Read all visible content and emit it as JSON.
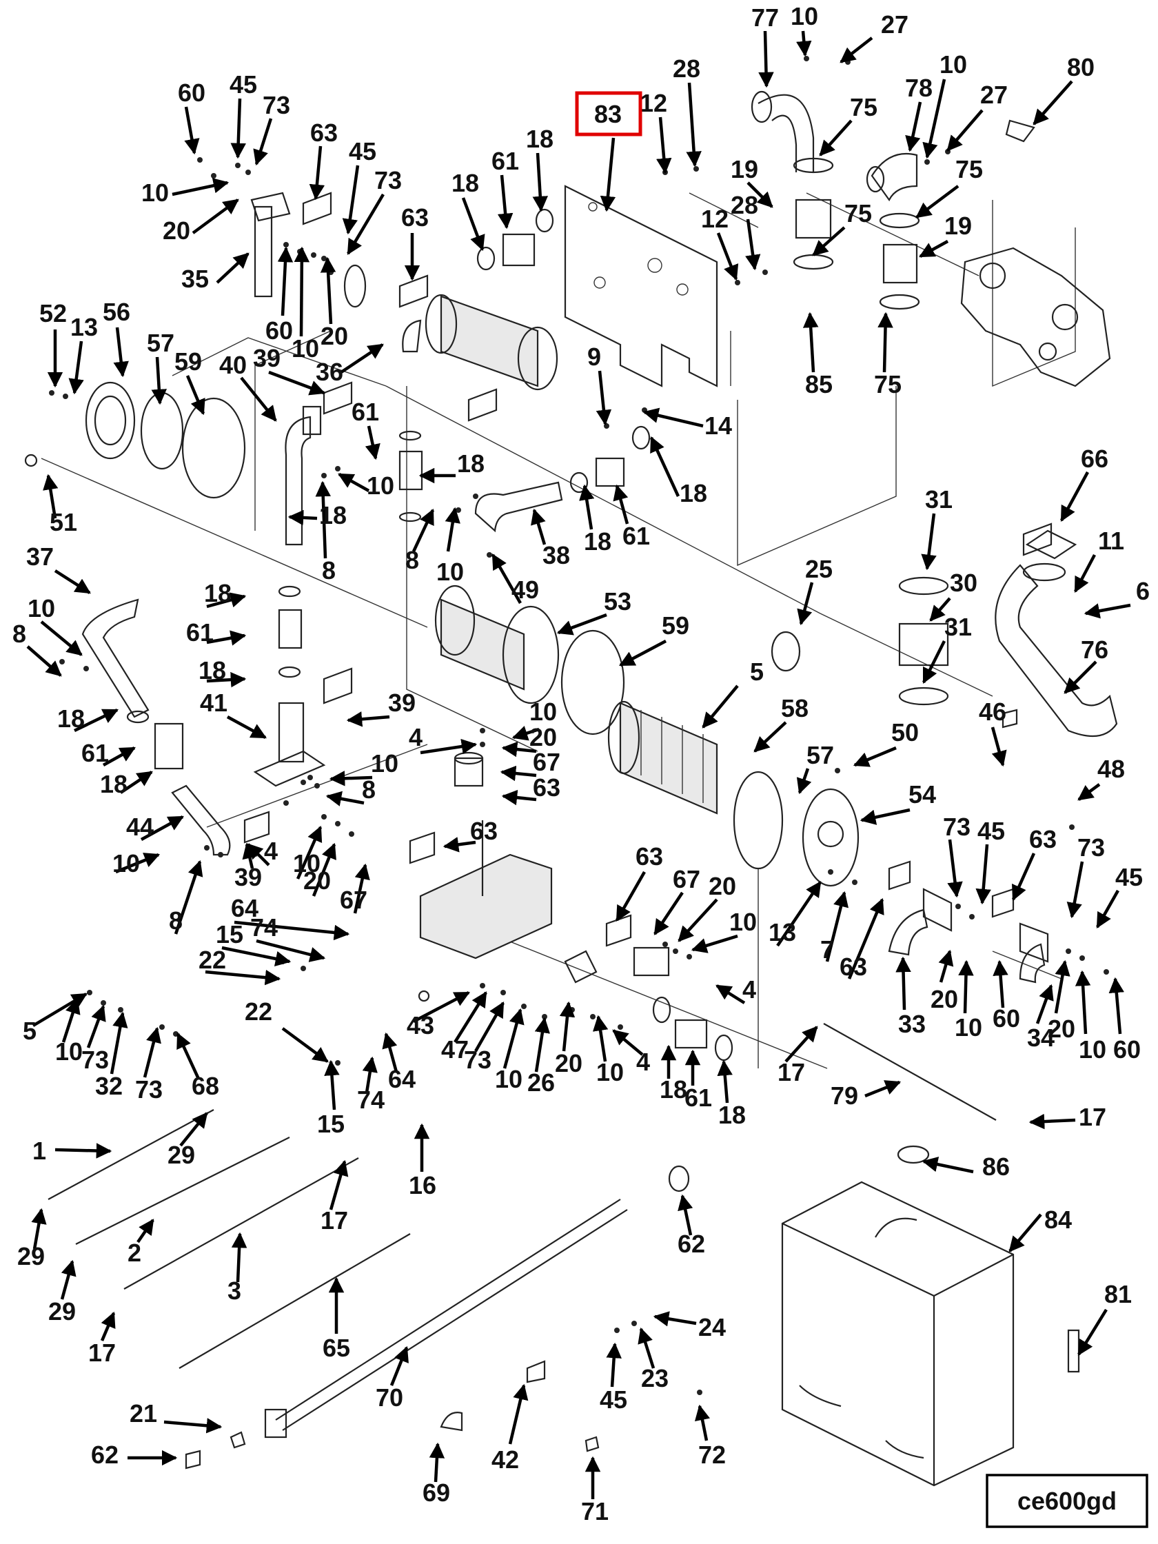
{
  "highlighted_callout": "83",
  "drawing_ref": "ce600gd",
  "highlight_color": "#e00000",
  "callouts": [
    {
      "id": "c83",
      "label": "83"
    },
    {
      "id": "c77",
      "label": "77"
    },
    {
      "id": "c10a",
      "label": "10"
    },
    {
      "id": "c27a",
      "label": "27"
    },
    {
      "id": "c80",
      "label": "80"
    },
    {
      "id": "c28a",
      "label": "28"
    },
    {
      "id": "c12a",
      "label": "12"
    },
    {
      "id": "c75a",
      "label": "75"
    },
    {
      "id": "c78",
      "label": "78"
    },
    {
      "id": "c10b",
      "label": "10"
    },
    {
      "id": "c27b",
      "label": "27"
    },
    {
      "id": "c75b",
      "label": "75"
    },
    {
      "id": "c19a",
      "label": "19"
    },
    {
      "id": "c28b",
      "label": "28"
    },
    {
      "id": "c12b",
      "label": "12"
    },
    {
      "id": "c75c",
      "label": "75"
    },
    {
      "id": "c19b",
      "label": "19"
    },
    {
      "id": "c85",
      "label": "85"
    },
    {
      "id": "c75d",
      "label": "75"
    },
    {
      "id": "c60a",
      "label": "60"
    },
    {
      "id": "c45a",
      "label": "45"
    },
    {
      "id": "c73a",
      "label": "73"
    },
    {
      "id": "c63a",
      "label": "63"
    },
    {
      "id": "c45b",
      "label": "45"
    },
    {
      "id": "c73b",
      "label": "73"
    },
    {
      "id": "c10c",
      "label": "10"
    },
    {
      "id": "c20a",
      "label": "20"
    },
    {
      "id": "c35",
      "label": "35"
    },
    {
      "id": "c63b",
      "label": "63"
    },
    {
      "id": "c18a",
      "label": "18"
    },
    {
      "id": "c61a",
      "label": "61"
    },
    {
      "id": "c18b",
      "label": "18"
    },
    {
      "id": "c60b",
      "label": "60"
    },
    {
      "id": "c10d",
      "label": "10"
    },
    {
      "id": "c20b",
      "label": "20"
    },
    {
      "id": "c36",
      "label": "36"
    },
    {
      "id": "c52",
      "label": "52"
    },
    {
      "id": "c13a",
      "label": "13"
    },
    {
      "id": "c56",
      "label": "56"
    },
    {
      "id": "c57a",
      "label": "57"
    },
    {
      "id": "c59a",
      "label": "59"
    },
    {
      "id": "c40",
      "label": "40"
    },
    {
      "id": "c39a",
      "label": "39"
    },
    {
      "id": "c61b",
      "label": "61"
    },
    {
      "id": "c9",
      "label": "9"
    },
    {
      "id": "c14",
      "label": "14"
    },
    {
      "id": "c10e",
      "label": "10"
    },
    {
      "id": "c18c",
      "label": "18"
    },
    {
      "id": "c18d",
      "label": "18"
    },
    {
      "id": "c51",
      "label": "51"
    },
    {
      "id": "c18e",
      "label": "18"
    },
    {
      "id": "c8a",
      "label": "8"
    },
    {
      "id": "c8b",
      "label": "8"
    },
    {
      "id": "c10f",
      "label": "10"
    },
    {
      "id": "c38",
      "label": "38"
    },
    {
      "id": "c18f",
      "label": "18"
    },
    {
      "id": "c61c",
      "label": "61"
    },
    {
      "id": "c66",
      "label": "66"
    },
    {
      "id": "c31a",
      "label": "31"
    },
    {
      "id": "c11",
      "label": "11"
    },
    {
      "id": "c30",
      "label": "30"
    },
    {
      "id": "c6",
      "label": "6"
    },
    {
      "id": "c31b",
      "label": "31"
    },
    {
      "id": "c25",
      "label": "25"
    },
    {
      "id": "c49",
      "label": "49"
    },
    {
      "id": "c53",
      "label": "53"
    },
    {
      "id": "c59b",
      "label": "59"
    },
    {
      "id": "c76",
      "label": "76"
    },
    {
      "id": "c37",
      "label": "37"
    },
    {
      "id": "c10g",
      "label": "10"
    },
    {
      "id": "c8c",
      "label": "8"
    },
    {
      "id": "c18g",
      "label": "18"
    },
    {
      "id": "c61d",
      "label": "61"
    },
    {
      "id": "c18h",
      "label": "18"
    },
    {
      "id": "c18i",
      "label": "18"
    },
    {
      "id": "c61e",
      "label": "61"
    },
    {
      "id": "c18j",
      "label": "18"
    },
    {
      "id": "c41",
      "label": "41"
    },
    {
      "id": "c39b",
      "label": "39"
    },
    {
      "id": "c5a",
      "label": "5"
    },
    {
      "id": "c58",
      "label": "58"
    },
    {
      "id": "c46",
      "label": "46"
    },
    {
      "id": "c10h",
      "label": "10"
    },
    {
      "id": "c4a",
      "label": "4"
    },
    {
      "id": "c20c",
      "label": "20"
    },
    {
      "id": "c67a",
      "label": "67"
    },
    {
      "id": "c63c",
      "label": "63"
    },
    {
      "id": "c10i",
      "label": "10"
    },
    {
      "id": "c8d",
      "label": "8"
    },
    {
      "id": "c57b",
      "label": "57"
    },
    {
      "id": "c50",
      "label": "50"
    },
    {
      "id": "c48",
      "label": "48"
    },
    {
      "id": "c54",
      "label": "54"
    },
    {
      "id": "c44",
      "label": "44"
    },
    {
      "id": "c10j",
      "label": "10"
    },
    {
      "id": "c4b",
      "label": "4"
    },
    {
      "id": "c39c",
      "label": "39"
    },
    {
      "id": "c10k",
      "label": "10"
    },
    {
      "id": "c20d",
      "label": "20"
    },
    {
      "id": "c67b",
      "label": "67"
    },
    {
      "id": "c63d",
      "label": "63"
    },
    {
      "id": "c8e",
      "label": "8"
    },
    {
      "id": "c73c",
      "label": "73"
    },
    {
      "id": "c45c",
      "label": "45"
    },
    {
      "id": "c63e",
      "label": "63"
    },
    {
      "id": "c73d",
      "label": "73"
    },
    {
      "id": "c45d",
      "label": "45"
    },
    {
      "id": "c63f",
      "label": "63"
    },
    {
      "id": "c67c",
      "label": "67"
    },
    {
      "id": "c20e",
      "label": "20"
    },
    {
      "id": "c10l",
      "label": "10"
    },
    {
      "id": "c13b",
      "label": "13"
    },
    {
      "id": "c7",
      "label": "7"
    },
    {
      "id": "c63g",
      "label": "63"
    },
    {
      "id": "c64a",
      "label": "64"
    },
    {
      "id": "c74a",
      "label": "74"
    },
    {
      "id": "c15a",
      "label": "15"
    },
    {
      "id": "c22a",
      "label": "22"
    },
    {
      "id": "c4c",
      "label": "4"
    },
    {
      "id": "c33",
      "label": "33"
    },
    {
      "id": "c20f",
      "label": "20"
    },
    {
      "id": "c10m",
      "label": "10"
    },
    {
      "id": "c60c",
      "label": "60"
    },
    {
      "id": "c34",
      "label": "34"
    },
    {
      "id": "c20g",
      "label": "20"
    },
    {
      "id": "c10n",
      "label": "10"
    },
    {
      "id": "c60d",
      "label": "60"
    },
    {
      "id": "c5b",
      "label": "5"
    },
    {
      "id": "c10o",
      "label": "10"
    },
    {
      "id": "c73e",
      "label": "73"
    },
    {
      "id": "c32",
      "label": "32"
    },
    {
      "id": "c73f",
      "label": "73"
    },
    {
      "id": "c68",
      "label": "68"
    },
    {
      "id": "c22b",
      "label": "22"
    },
    {
      "id": "c15b",
      "label": "15"
    },
    {
      "id": "c74b",
      "label": "74"
    },
    {
      "id": "c64b",
      "label": "64"
    },
    {
      "id": "c43",
      "label": "43"
    },
    {
      "id": "c47",
      "label": "47"
    },
    {
      "id": "c73g",
      "label": "73"
    },
    {
      "id": "c10p",
      "label": "10"
    },
    {
      "id": "c26",
      "label": "26"
    },
    {
      "id": "c20h",
      "label": "20"
    },
    {
      "id": "c10q",
      "label": "10"
    },
    {
      "id": "c4d",
      "label": "4"
    },
    {
      "id": "c18k",
      "label": "18"
    },
    {
      "id": "c61f",
      "label": "61"
    },
    {
      "id": "c18l",
      "label": "18"
    },
    {
      "id": "c17a",
      "label": "17"
    },
    {
      "id": "c79",
      "label": "79"
    },
    {
      "id": "c17b",
      "label": "17"
    },
    {
      "id": "c1",
      "label": "1"
    },
    {
      "id": "c29a",
      "label": "29"
    },
    {
      "id": "c16",
      "label": "16"
    },
    {
      "id": "c17c",
      "label": "17"
    },
    {
      "id": "c29b",
      "label": "29"
    },
    {
      "id": "c2",
      "label": "2"
    },
    {
      "id": "c29c",
      "label": "29"
    },
    {
      "id": "c3",
      "label": "3"
    },
    {
      "id": "c17d",
      "label": "17"
    },
    {
      "id": "c62a",
      "label": "62"
    },
    {
      "id": "c65",
      "label": "65"
    },
    {
      "id": "c86",
      "label": "86"
    },
    {
      "id": "c84",
      "label": "84"
    },
    {
      "id": "c81",
      "label": "81"
    },
    {
      "id": "c24",
      "label": "24"
    },
    {
      "id": "c45e",
      "label": "45"
    },
    {
      "id": "c23",
      "label": "23"
    },
    {
      "id": "c70",
      "label": "70"
    },
    {
      "id": "c21",
      "label": "21"
    },
    {
      "id": "c62b",
      "label": "62"
    },
    {
      "id": "c42",
      "label": "42"
    },
    {
      "id": "c72",
      "label": "72"
    },
    {
      "id": "c69",
      "label": "69"
    },
    {
      "id": "c71",
      "label": "71"
    }
  ]
}
